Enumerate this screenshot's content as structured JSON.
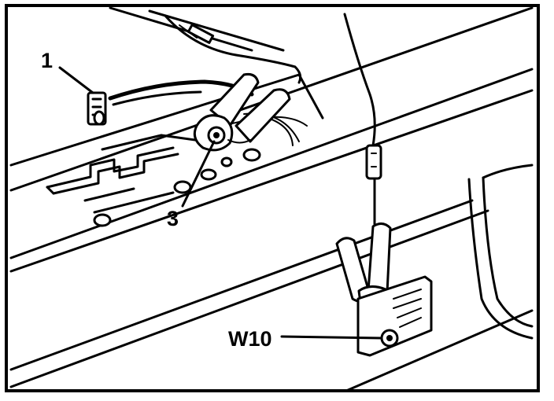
{
  "diagram": {
    "callouts": {
      "c1": "1",
      "c3": "3",
      "w10": "W10"
    },
    "colors": {
      "ink": "#000000",
      "paper": "#ffffff"
    }
  }
}
